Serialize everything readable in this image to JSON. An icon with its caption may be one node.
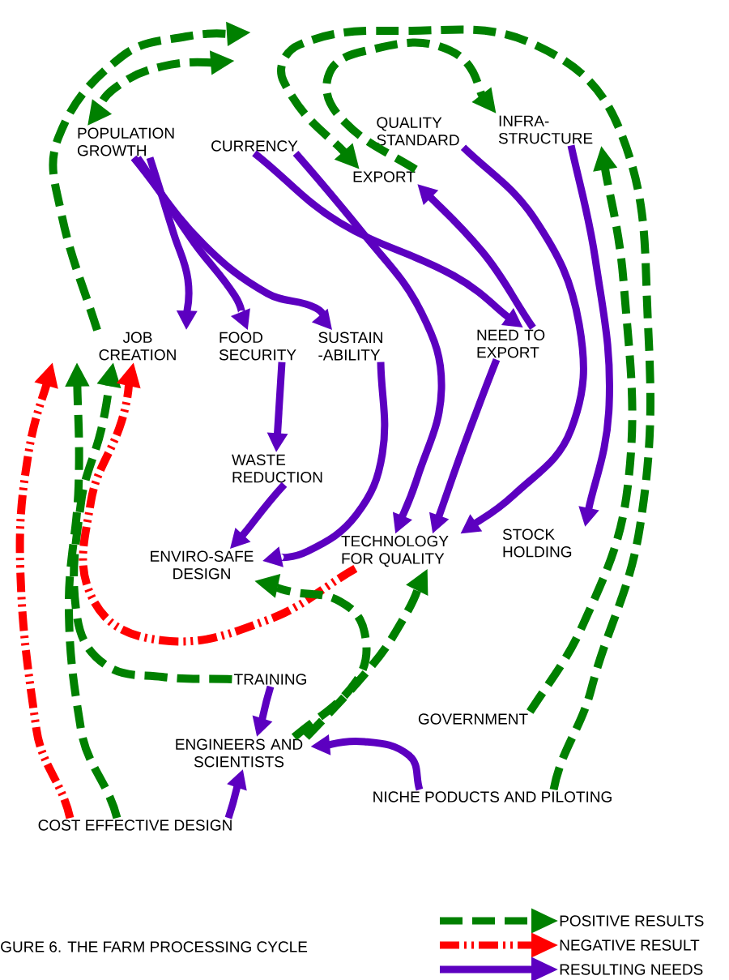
{
  "diagram": {
    "caption": "GURE 6.  THE FARM PROCESSING CYCLE",
    "nodes": [
      {
        "text": [
          "POPULATION GROWTH"
        ]
      },
      {
        "text": [
          "CURRENCY"
        ]
      },
      {
        "text": [
          "QUALITY STANDARD"
        ]
      },
      {
        "text": [
          "INFRA-STRUCTURE"
        ]
      },
      {
        "text": [
          "EXPORT"
        ]
      },
      {
        "text": [
          "JOB CREATION"
        ]
      },
      {
        "text": [
          "FOOD SECURITY"
        ]
      },
      {
        "text": [
          "SUSTAIN -ABILITY"
        ]
      },
      {
        "text": [
          "NEED TO EXPORT"
        ]
      },
      {
        "text": [
          "WASTE REDUCTION"
        ]
      },
      {
        "text": [
          "ENVIRO-SAFE DESIGN"
        ]
      },
      {
        "text": [
          "TECHNOLOGY FOR QUALITY"
        ]
      },
      {
        "text": [
          "STOCK HOLDING"
        ]
      },
      {
        "text": [
          "TRAINING"
        ]
      },
      {
        "text": [
          "GOVERNMENT"
        ]
      },
      {
        "text": [
          "ENGINEERS AND SCIENTISTS"
        ]
      },
      {
        "text": [
          "NICHE PODUCTS AND PILOTING"
        ]
      },
      {
        "text": [
          "COST EFFECTIVE DESIGN"
        ]
      }
    ],
    "edges": [
      {
        "from": 5,
        "to": null,
        "arrow": "to",
        "style": "dashed",
        "color": "#008000"
      },
      {
        "from": null,
        "to": 0,
        "arrow": "both",
        "style": "dashed",
        "color": "#008000"
      },
      {
        "from": 16,
        "to": 4,
        "arrow": "to",
        "style": "dashed",
        "color": "#008000"
      },
      {
        "from": 4,
        "to": 3,
        "arrow": "to",
        "style": "dashed",
        "color": "#008000"
      },
      {
        "from": 14,
        "to": 3,
        "arrow": "to",
        "style": "dashed",
        "color": "#008000"
      },
      {
        "from": 17,
        "to": 5,
        "arrow": "to",
        "style": "dashed",
        "color": "#ff0000"
      },
      {
        "from": 17,
        "to": 5,
        "arrow": "to",
        "style": "dashed",
        "color": "#008000"
      },
      {
        "from": 13,
        "to": 5,
        "arrow": "to",
        "style": "dashed",
        "color": "#008000"
      },
      {
        "from": 11,
        "to": 5,
        "arrow": "to",
        "style": "dashed",
        "color": "#ff0000"
      },
      {
        "from": 15,
        "to": 10,
        "arrow": "to",
        "style": "dashed",
        "color": "#008000"
      },
      {
        "from": 15,
        "to": 11,
        "arrow": "to",
        "style": "dashed",
        "color": "#008000"
      },
      {
        "from": 0,
        "to": 5,
        "arrow": "to"
      },
      {
        "from": 0,
        "to": 6,
        "arrow": "to"
      },
      {
        "from": 0,
        "to": 7,
        "arrow": "to"
      },
      {
        "from": 1,
        "to": 8,
        "arrow": "to"
      },
      {
        "from": 1,
        "to": 11,
        "arrow": "to"
      },
      {
        "from": 8,
        "to": 4,
        "arrow": "to"
      },
      {
        "from": 8,
        "to": 11,
        "arrow": "to"
      },
      {
        "from": 2,
        "to": 11,
        "arrow": "to"
      },
      {
        "from": 3,
        "to": 12,
        "arrow": "to"
      },
      {
        "from": 6,
        "to": 9,
        "arrow": "to"
      },
      {
        "from": 9,
        "to": 10,
        "arrow": "to"
      },
      {
        "from": 7,
        "to": 10,
        "arrow": "to"
      },
      {
        "from": 13,
        "to": 15,
        "arrow": "to"
      },
      {
        "from": 16,
        "to": 15,
        "arrow": "to"
      },
      {
        "from": 17,
        "to": 15,
        "arrow": "to"
      }
    ],
    "legend": [
      {
        "text": "POSITIVE RESULTS"
      },
      {
        "text": "NEGATIVE RESULT"
      },
      {
        "text": "RESULTING NEEDS"
      }
    ]
  }
}
